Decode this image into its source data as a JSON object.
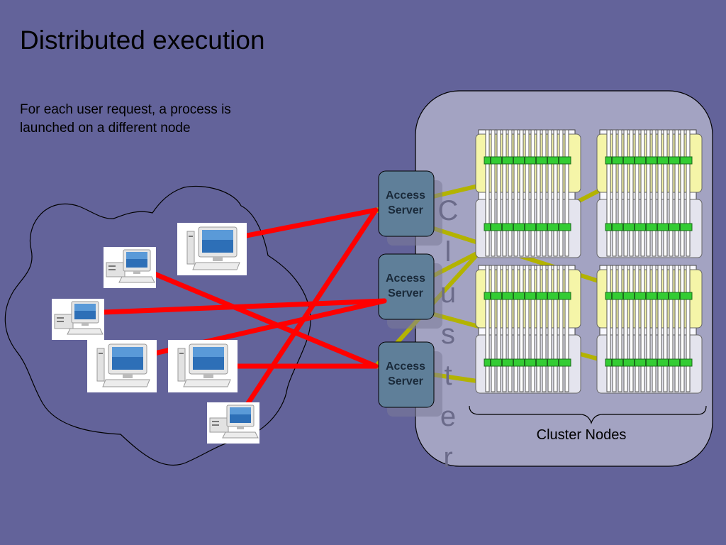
{
  "slide": {
    "title": "Distributed execution",
    "subtitle": "For each user request, a process is launched on a different node"
  },
  "diagram": {
    "access_servers": [
      {
        "line1": "Access",
        "line2": "Server"
      },
      {
        "line1": "Access",
        "line2": "Server"
      },
      {
        "line1": "Access",
        "line2": "Server"
      }
    ],
    "cluster_letters": [
      "C",
      "l",
      "u",
      "s",
      "t",
      "e",
      "r"
    ],
    "cluster_nodes_label": "Cluster Nodes",
    "client_icon": "desktop-computer-icon",
    "node_icon": "rack-server-icon"
  },
  "colors": {
    "background": "#63639a",
    "client_links": "#ff0000",
    "node_links": "#b3b300",
    "cluster_panel": "#a3a3c2",
    "access_server": "#5f7f99",
    "node_highlight": "#f5f5a8",
    "node_plain": "#e4e4ee",
    "led_green": "#33cc33"
  }
}
